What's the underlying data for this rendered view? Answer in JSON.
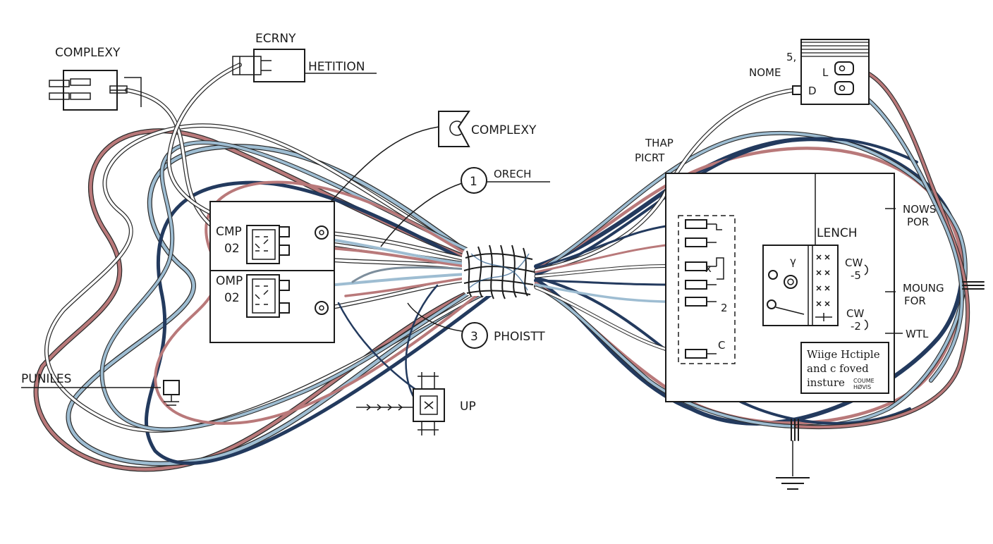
{
  "labels": {
    "complexy_top_left": "COMPLEXY",
    "ecrny": "ECRNY",
    "hetition": "HETITION",
    "complexy_mid": "COMPLEXY",
    "orech": "ORECH",
    "orech_num": "1",
    "phoistt": "PHOISTT",
    "phoistt_num": "3",
    "cmp": "CMP",
    "cmp_num": "02",
    "omp": "OMP",
    "omp_num": "02",
    "punles": "PUNILES",
    "up": "UP",
    "thap": "THAP",
    "picrt": "PICRT",
    "nome_num": "5,",
    "nome": "NOME",
    "plug_l": "L",
    "plug_d": "D",
    "lench": "LENCH",
    "nows": "NOWS",
    "por": "POR",
    "moung": "MOUNG",
    "for": "FOR",
    "wtl": "WTL",
    "cw1": "CW",
    "cw1_val": "-5",
    "cw2": "CW",
    "cw2_val": "-2",
    "term_y": "γ",
    "term_x": "x",
    "term_2": "2",
    "term_c": "C",
    "note_line1": "Wiige Hctiple",
    "note_line2": "and c foved",
    "note_line3": "insture",
    "note_small1": "COUME",
    "note_small2": "HØVIS"
  },
  "colors": {
    "ink": "#1b1b1b",
    "wire_navy": "#233a5e",
    "wire_red": "#b9797a",
    "wire_lightblue": "#9ebdd2",
    "wire_gray": "#7d8e9c",
    "wire_white_outline": "#2b2b2b"
  },
  "icons": {
    "ground": "ground-icon",
    "connector": "connector-icon",
    "plug": "plug-icon",
    "coil": "coil-icon"
  }
}
